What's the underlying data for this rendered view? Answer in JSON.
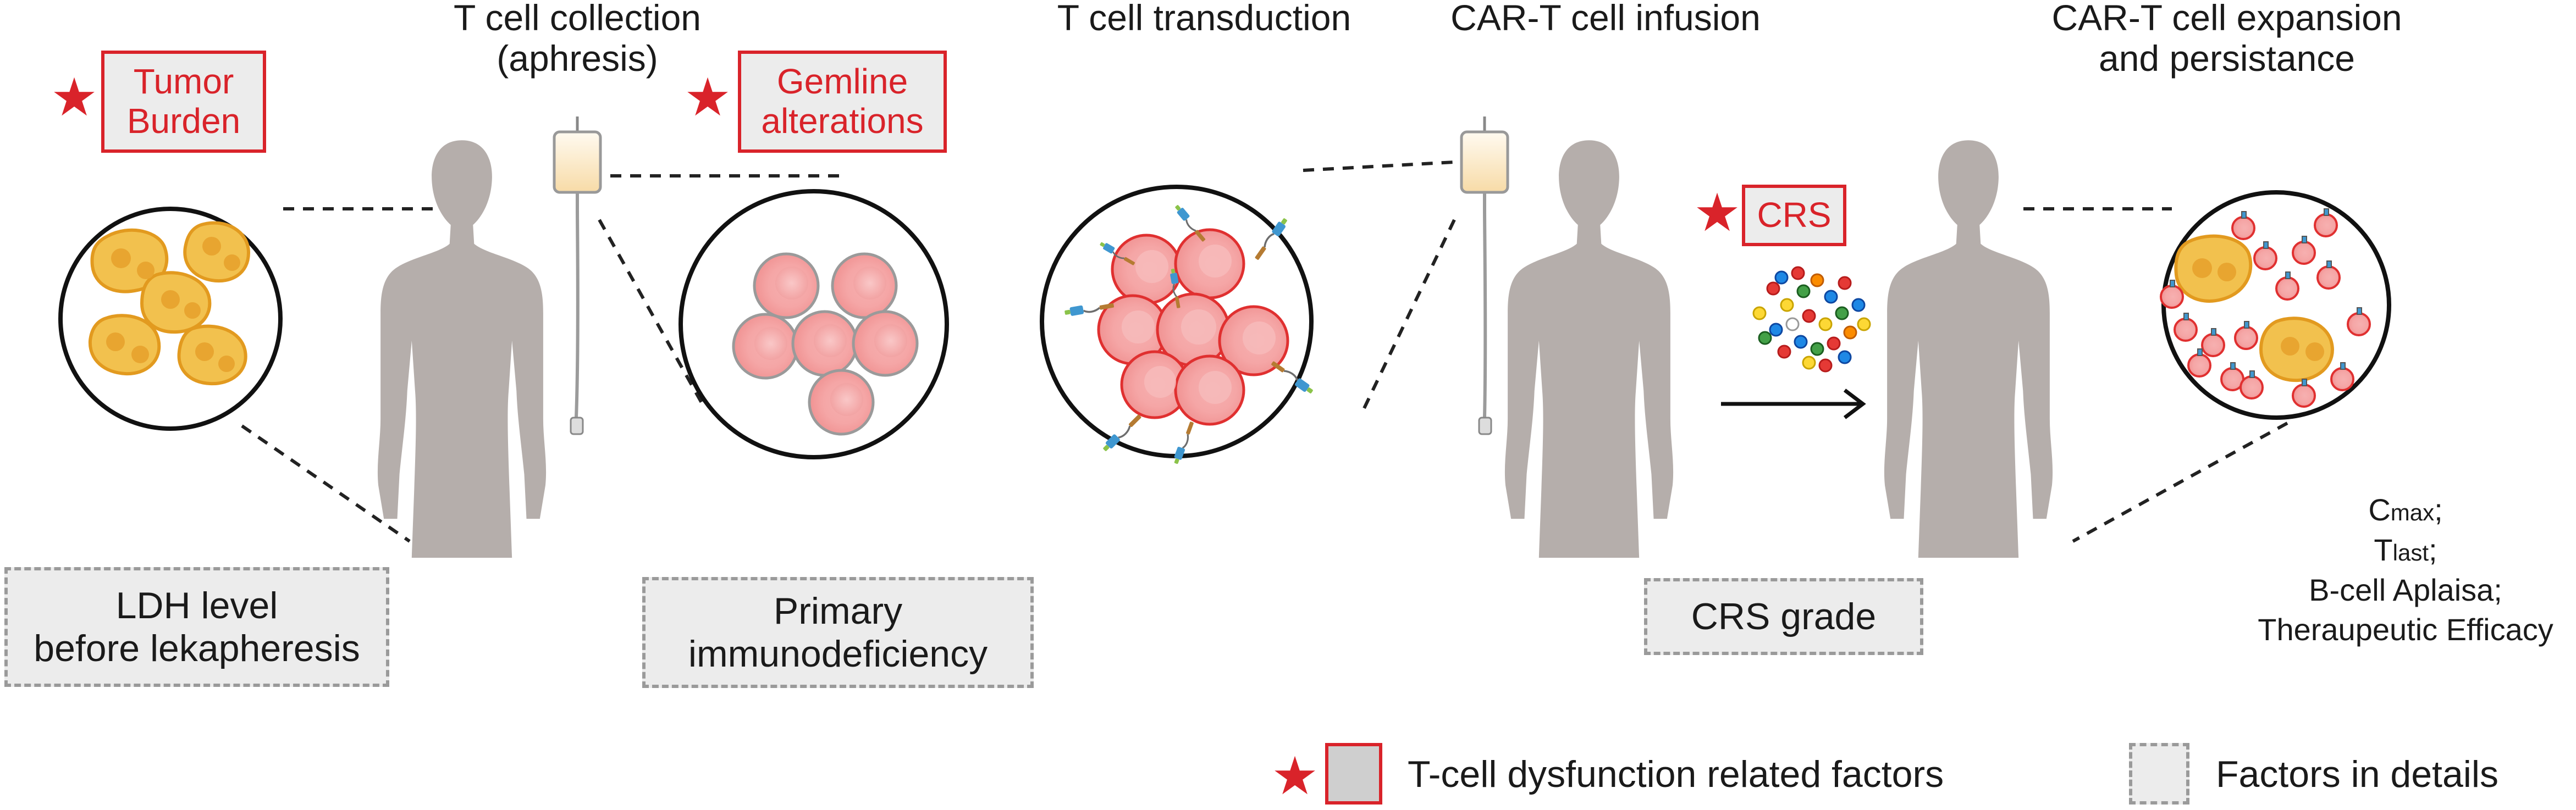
{
  "steps": {
    "collection": "T cell collection\n(aphresis)",
    "transduction": "T cell transduction",
    "infusion": "CAR-T cell infusion",
    "expansion": "CAR-T cell expansion\nand persistance"
  },
  "red_factors": {
    "tumor_burden": "Tumor\nBurden",
    "germline": "Gemline\nalterations",
    "crs": "CRS"
  },
  "detail_factors": {
    "ldh": "LDH level\nbefore lekapheresis",
    "immunodeficiency": "Primary\nimmunodeficiency",
    "crs_grade": "CRS grade"
  },
  "pk_metrics": {
    "cmax_main": "C",
    "cmax_sub": "max",
    "tlast_main": "T",
    "tlast_sub": "last",
    "bcell": "B-cell Aplaisa;",
    "efficacy": "Theraupeutic Efficacy"
  },
  "legend": {
    "red_label": "T-cell dysfunction related factors",
    "detail_label": "Factors in details"
  },
  "colors": {
    "accent_red": "#d9232a",
    "box_fill": "#ececec",
    "silhouette": "#b5aeab",
    "tumor_cell": "#f2c14e",
    "t_cell": "#f3a3a3"
  },
  "icons": {
    "star": "star-icon",
    "arrow": "right-arrow-icon",
    "iv_bag": "iv-bag-icon"
  }
}
